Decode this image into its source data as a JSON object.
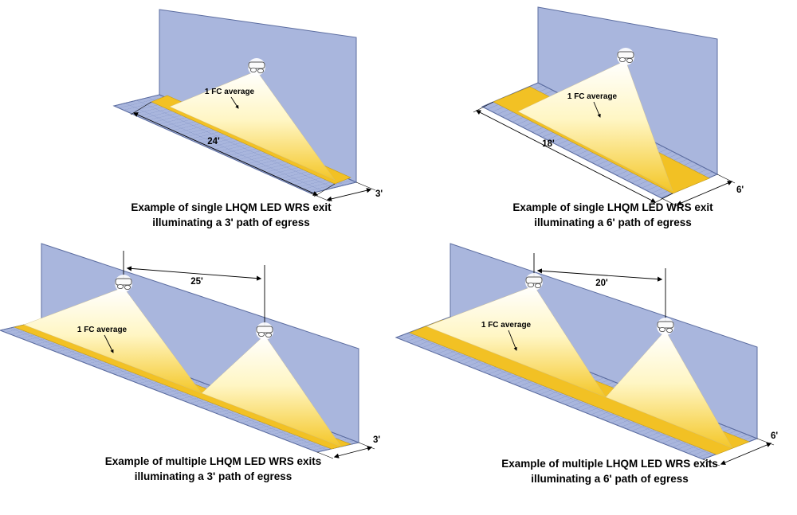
{
  "colors": {
    "background": "#ffffff",
    "wall": "#a9b6dd",
    "grid_line": "#7b8cc0",
    "path_yellow": "#f2c124",
    "cone_top": "#ffffff",
    "cone_mid": "#fff6c4",
    "cone_bottom": "#f4c728",
    "dimension_line": "#000000"
  },
  "panels": [
    {
      "id": "single-3ft",
      "fc_label": "1 FC average",
      "length_label": "24'",
      "width_label": "3'",
      "caption_line1": "Example of single LHQM LED WRS exit",
      "caption_line2": "illuminating a 3' path of egress"
    },
    {
      "id": "single-6ft",
      "fc_label": "1 FC average",
      "length_label": "18'",
      "width_label": "6'",
      "caption_line1": "Example of single LHQM LED WRS exit",
      "caption_line2": "illuminating a 6' path of egress"
    },
    {
      "id": "multiple-3ft",
      "fc_label": "1 FC average",
      "spacing_label": "25'",
      "width_label": "3'",
      "caption_line1": "Example of multiple LHQM LED WRS exits",
      "caption_line2": "illuminating a 3' path of egress"
    },
    {
      "id": "multiple-6ft",
      "fc_label": "1 FC average",
      "spacing_label": "20'",
      "width_label": "6'",
      "caption_line1": "Example of multiple LHQM LED WRS exits",
      "caption_line2": "illuminating a 6' path of egress"
    }
  ]
}
